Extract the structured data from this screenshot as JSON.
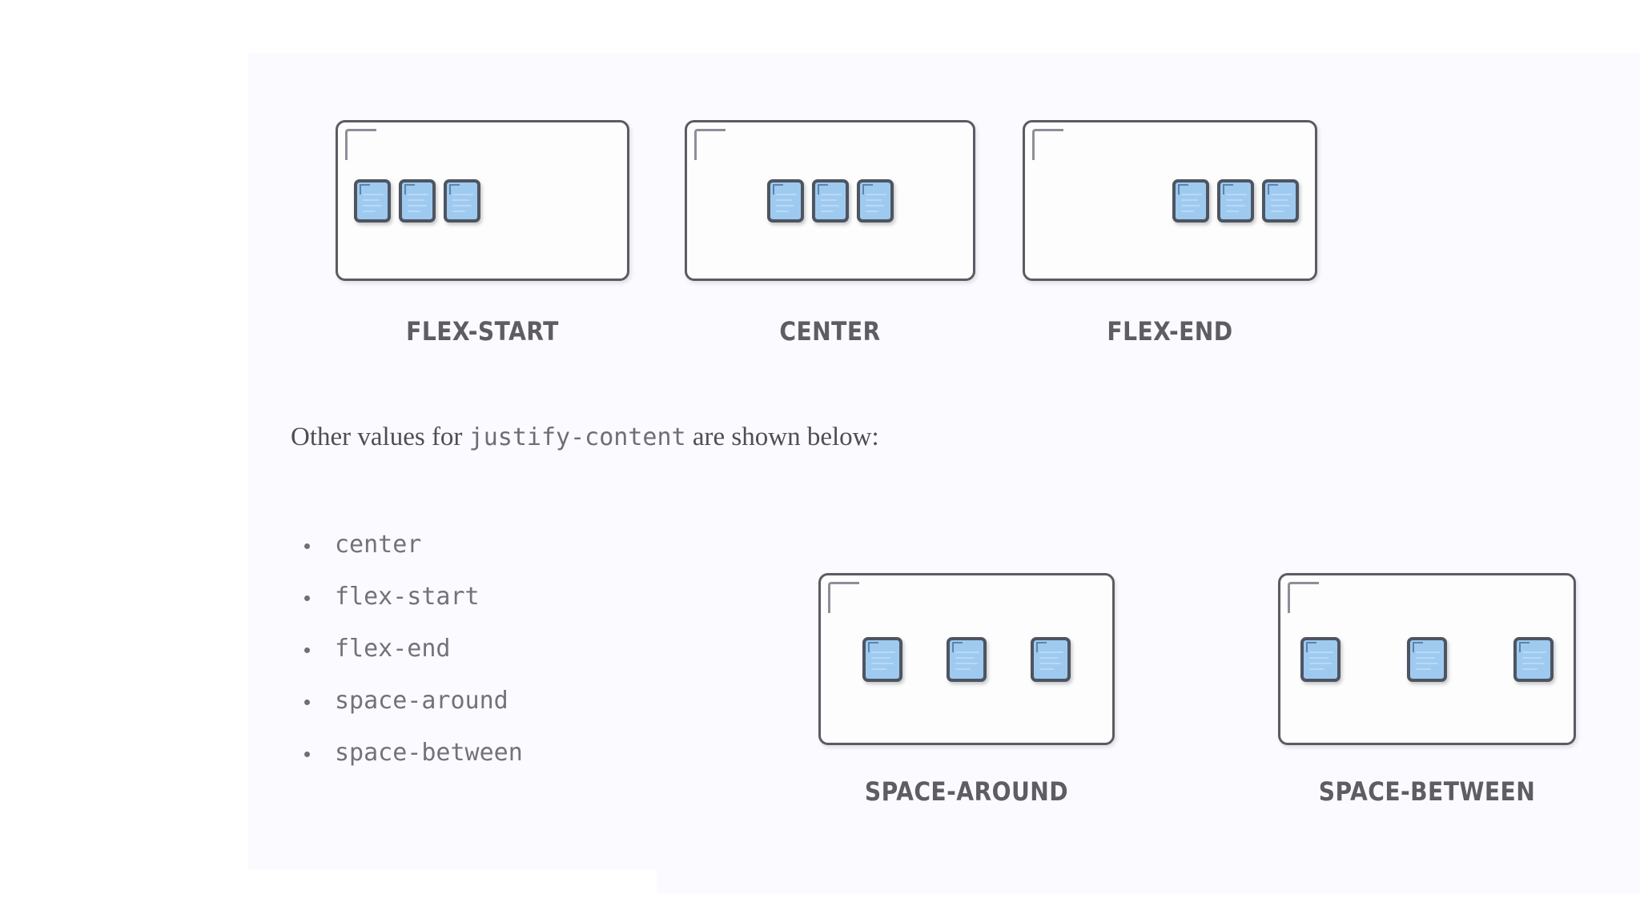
{
  "page": {
    "background_color": "#ffffff",
    "panel_color": "#fbfaff"
  },
  "theme": {
    "box_border_color": "#5b5b63",
    "box_fill_color": "#fdfdfd",
    "card_fill_color": "#9fcaf0",
    "card_border_color": "#4e5560",
    "card_accent_color": "#5c82ad",
    "caption_color": "#5d5d63",
    "prose_color": "#4e4e55",
    "mono_color": "#72727c"
  },
  "top_row": {
    "demos": [
      {
        "id": "flex-start",
        "caption": "FLEX-START",
        "justify_content": "flex-start",
        "item_count": 3
      },
      {
        "id": "center",
        "caption": "CENTER",
        "justify_content": "center",
        "item_count": 3
      },
      {
        "id": "flex-end",
        "caption": "FLEX-END",
        "justify_content": "flex-end",
        "item_count": 3
      }
    ]
  },
  "prose": {
    "text_before": "Other values for",
    "code": "justify-content",
    "text_after": "are shown below:"
  },
  "value_list": {
    "items": [
      {
        "label": "center"
      },
      {
        "label": "flex-start"
      },
      {
        "label": "flex-end"
      },
      {
        "label": "space-around"
      },
      {
        "label": "space-between"
      }
    ]
  },
  "bottom_row": {
    "demos": [
      {
        "id": "space-around",
        "caption": "SPACE-AROUND",
        "justify_content": "space-around",
        "item_count": 3
      },
      {
        "id": "space-between",
        "caption": "SPACE-BETWEEN",
        "justify_content": "space-between",
        "item_count": 3
      }
    ]
  }
}
